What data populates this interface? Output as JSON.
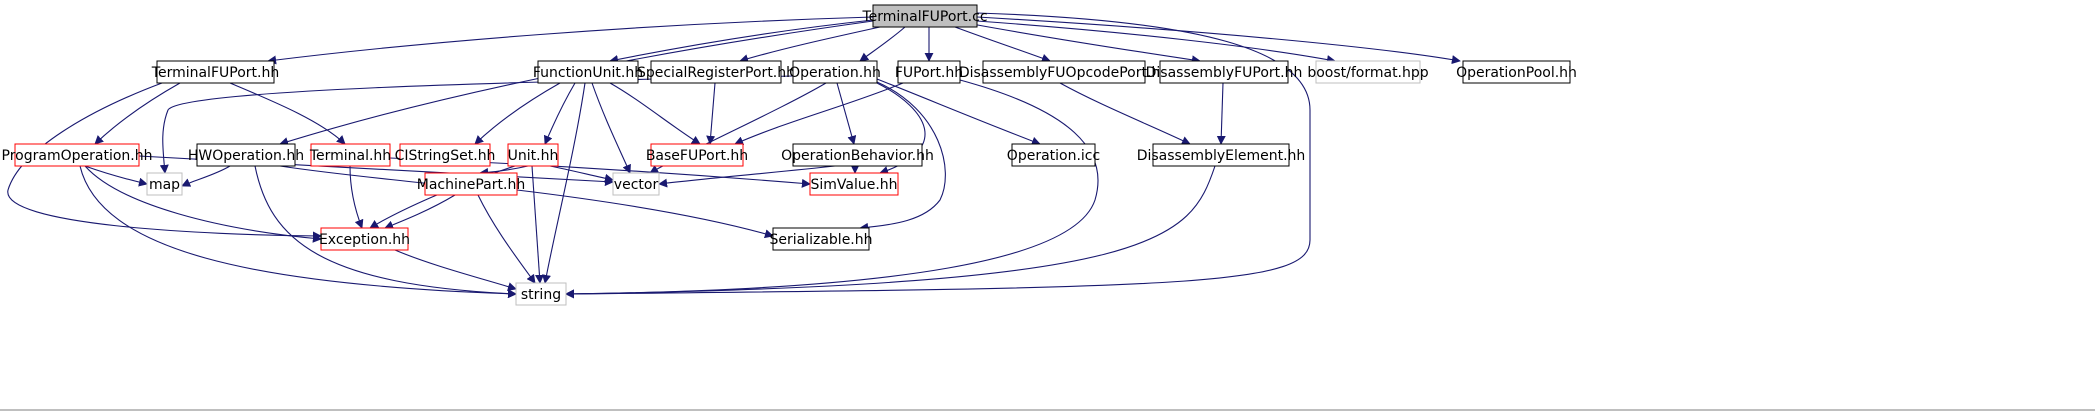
{
  "diagram": {
    "colors": {
      "edge": "#191970",
      "border_normal": "#000000",
      "border_truncated": "#ff0000",
      "border_external": "#bfbfbf",
      "fill_root": "#bfbfbf",
      "fill_default": "#ffffff"
    },
    "nodes": [
      {
        "id": "terminalfuport_cc",
        "label": "TerminalFUPort.cc",
        "style": "root"
      },
      {
        "id": "terminalfuport_hh",
        "label": "TerminalFUPort.hh",
        "style": "normal"
      },
      {
        "id": "functionunit_hh",
        "label": "FunctionUnit.hh",
        "style": "normal"
      },
      {
        "id": "specialregisterport_hh",
        "label": "SpecialRegisterPort.hh",
        "style": "normal"
      },
      {
        "id": "operation_hh",
        "label": "Operation.hh",
        "style": "normal"
      },
      {
        "id": "fuport_hh",
        "label": "FUPort.hh",
        "style": "normal"
      },
      {
        "id": "disassemblyfuopcodeport_hh",
        "label": "DisassemblyFUOpcodePort.hh",
        "style": "normal"
      },
      {
        "id": "disassemblyfuport_hh",
        "label": "DisassemblyFUPort.hh",
        "style": "normal"
      },
      {
        "id": "boost_format_hpp",
        "label": "boost/format.hpp",
        "style": "external"
      },
      {
        "id": "operationpool_hh",
        "label": "OperationPool.hh",
        "style": "normal"
      },
      {
        "id": "programoperation_hh",
        "label": "ProgramOperation.hh",
        "style": "truncated"
      },
      {
        "id": "hwoperation_hh",
        "label": "HWOperation.hh",
        "style": "normal"
      },
      {
        "id": "terminal_hh",
        "label": "Terminal.hh",
        "style": "truncated"
      },
      {
        "id": "cistringset_hh",
        "label": "CIStringSet.hh",
        "style": "truncated"
      },
      {
        "id": "unit_hh",
        "label": "Unit.hh",
        "style": "truncated"
      },
      {
        "id": "basefuport_hh",
        "label": "BaseFUPort.hh",
        "style": "truncated"
      },
      {
        "id": "operationbehavior_hh",
        "label": "OperationBehavior.hh",
        "style": "normal"
      },
      {
        "id": "operation_icc",
        "label": "Operation.icc",
        "style": "normal"
      },
      {
        "id": "disassemblyelement_hh",
        "label": "DisassemblyElement.hh",
        "style": "normal"
      },
      {
        "id": "map",
        "label": "map",
        "style": "external"
      },
      {
        "id": "vector",
        "label": "vector",
        "style": "external"
      },
      {
        "id": "machinepart_hh",
        "label": "MachinePart.hh",
        "style": "truncated"
      },
      {
        "id": "simvalue_hh",
        "label": "SimValue.hh",
        "style": "truncated"
      },
      {
        "id": "exception_hh",
        "label": "Exception.hh",
        "style": "truncated"
      },
      {
        "id": "serializable_hh",
        "label": "Serializable.hh",
        "style": "normal"
      },
      {
        "id": "string",
        "label": "string",
        "style": "external"
      }
    ],
    "edges": [
      [
        "terminalfuport_cc",
        "terminalfuport_hh"
      ],
      [
        "terminalfuport_cc",
        "hwoperation_hh"
      ],
      [
        "terminalfuport_cc",
        "functionunit_hh"
      ],
      [
        "terminalfuport_cc",
        "specialregisterport_hh"
      ],
      [
        "terminalfuport_cc",
        "operation_hh"
      ],
      [
        "terminalfuport_cc",
        "fuport_hh"
      ],
      [
        "terminalfuport_cc",
        "disassemblyfuopcodeport_hh"
      ],
      [
        "terminalfuport_cc",
        "disassemblyfuport_hh"
      ],
      [
        "terminalfuport_cc",
        "boost_format_hpp"
      ],
      [
        "terminalfuport_cc",
        "operationpool_hh"
      ],
      [
        "terminalfuport_cc",
        "string"
      ],
      [
        "terminalfuport_hh",
        "programoperation_hh"
      ],
      [
        "terminalfuport_hh",
        "terminal_hh"
      ],
      [
        "terminalfuport_hh",
        "exception_hh"
      ],
      [
        "functionunit_hh",
        "cistringset_hh"
      ],
      [
        "functionunit_hh",
        "unit_hh"
      ],
      [
        "functionunit_hh",
        "basefuport_hh"
      ],
      [
        "functionunit_hh",
        "vector"
      ],
      [
        "functionunit_hh",
        "string"
      ],
      [
        "specialregisterport_hh",
        "basefuport_hh"
      ],
      [
        "operation_hh",
        "map"
      ],
      [
        "operation_hh",
        "vector"
      ],
      [
        "operation_hh",
        "operationbehavior_hh"
      ],
      [
        "operation_hh",
        "operation_icc"
      ],
      [
        "operation_hh",
        "simvalue_hh"
      ],
      [
        "operation_hh",
        "serializable_hh"
      ],
      [
        "fuport_hh",
        "basefuport_hh"
      ],
      [
        "fuport_hh",
        "string"
      ],
      [
        "disassemblyfuopcodeport_hh",
        "disassemblyelement_hh"
      ],
      [
        "disassemblyfuport_hh",
        "disassemblyelement_hh"
      ],
      [
        "disassemblyelement_hh",
        "string"
      ],
      [
        "programoperation_hh",
        "map"
      ],
      [
        "programoperation_hh",
        "vector"
      ],
      [
        "programoperation_hh",
        "exception_hh"
      ],
      [
        "programoperation_hh",
        "string"
      ],
      [
        "hwoperation_hh",
        "map"
      ],
      [
        "hwoperation_hh",
        "machinepart_hh"
      ],
      [
        "hwoperation_hh",
        "string"
      ],
      [
        "terminal_hh",
        "exception_hh"
      ],
      [
        "terminal_hh",
        "simvalue_hh"
      ],
      [
        "unit_hh",
        "machinepart_hh"
      ],
      [
        "unit_hh",
        "exception_hh"
      ],
      [
        "unit_hh",
        "vector"
      ],
      [
        "unit_hh",
        "string"
      ],
      [
        "operationbehavior_hh",
        "vector"
      ],
      [
        "operationbehavior_hh",
        "simvalue_hh"
      ],
      [
        "machinepart_hh",
        "exception_hh"
      ],
      [
        "machinepart_hh",
        "serializable_hh"
      ],
      [
        "machinepart_hh",
        "string"
      ],
      [
        "exception_hh",
        "string"
      ]
    ]
  }
}
